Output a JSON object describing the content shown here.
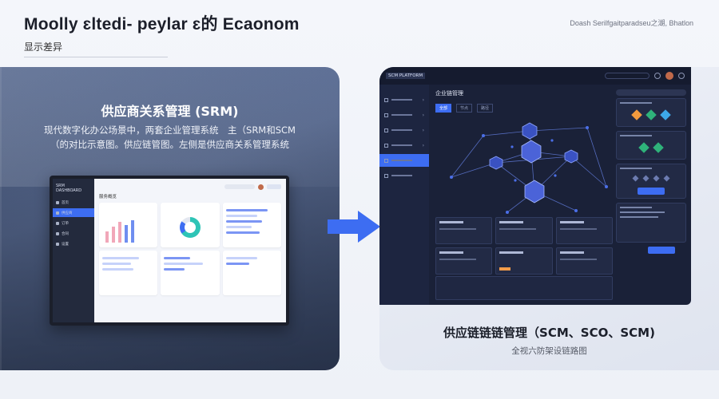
{
  "header": {
    "title": "Moolly ɛltedi- peylar ɛ的 Ecaonom",
    "subtitle": "显示差异",
    "top_right_note": "Doash Serilfgaitparadseu之湖, Bhatlon"
  },
  "left": {
    "heading": "供应商关系管理 (SRM)",
    "desc_line1": "现代数字化办公场景中，两套企业管理系统　主（SRM和SCM",
    "desc_line2": "（的对比示意图。供应链管图。左侧是供应商关系管理系统",
    "monitor": {
      "brand": "SRM DASHBOARD",
      "page_title": "服务概览",
      "nav_items": [
        "首页",
        "供应商",
        "订单",
        "合同",
        "设置"
      ]
    }
  },
  "right": {
    "heading": "供应链链链管理（SCM、SCO、SCM)",
    "caption": "全视六防架设链路图",
    "dark_ui": {
      "brand": "SCM PLATFORM",
      "page_title": "企业链管理",
      "tabs": [
        "全部",
        "节点",
        "路径"
      ]
    }
  },
  "colors": {
    "accent": "#3d6df2",
    "dark_bg": "#1a2138",
    "node": "#3f57c9"
  }
}
